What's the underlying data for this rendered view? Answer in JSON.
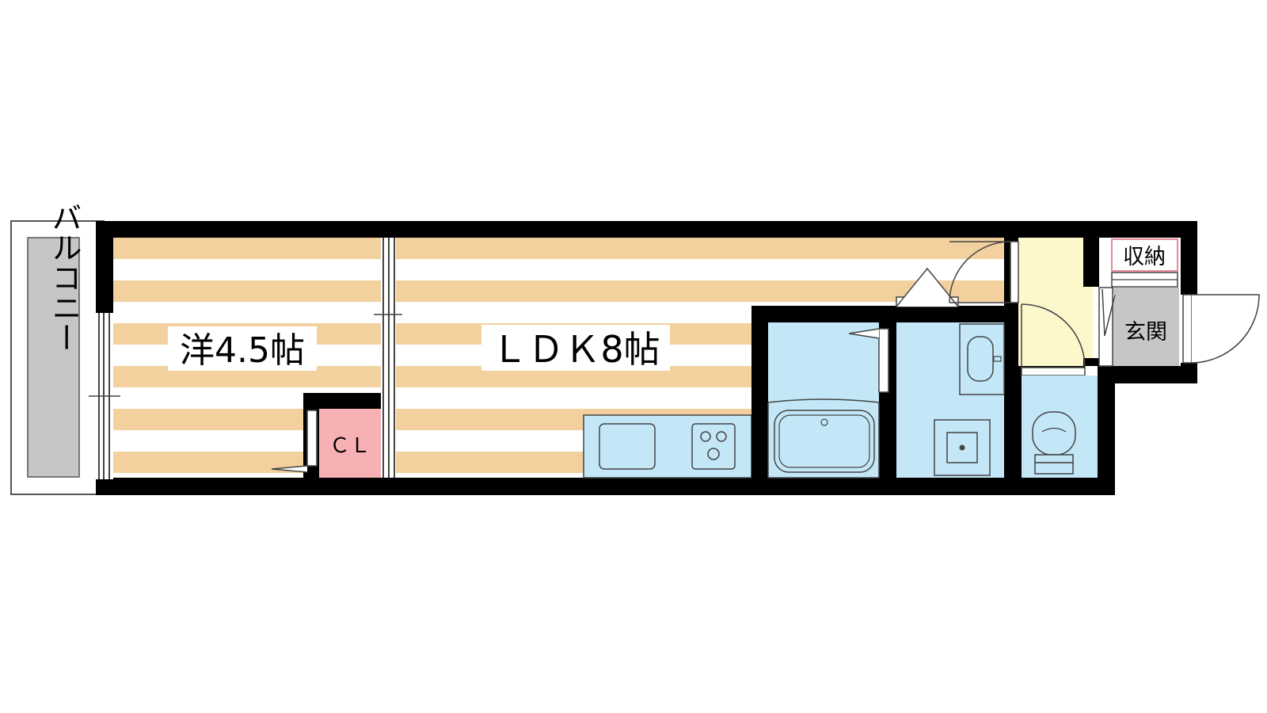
{
  "rooms": {
    "balcony": "バルコニー",
    "western_room": "洋4.5帖",
    "ldk": "ＬＤＫ8帖",
    "closet": "ＣＬ",
    "storage": "収納",
    "entrance": "玄関"
  },
  "colors": {
    "wall": "#000000",
    "floor_stripe": "#f3d19e",
    "floor_base": "#ffffff",
    "wet_area": "#c3e7f7",
    "hall": "#fdf7cc",
    "closet": "#f7b0b3",
    "storage_label_border": "#e98b9a",
    "balcony": "#c6c6c6",
    "entrance": "#c6c6c6"
  }
}
